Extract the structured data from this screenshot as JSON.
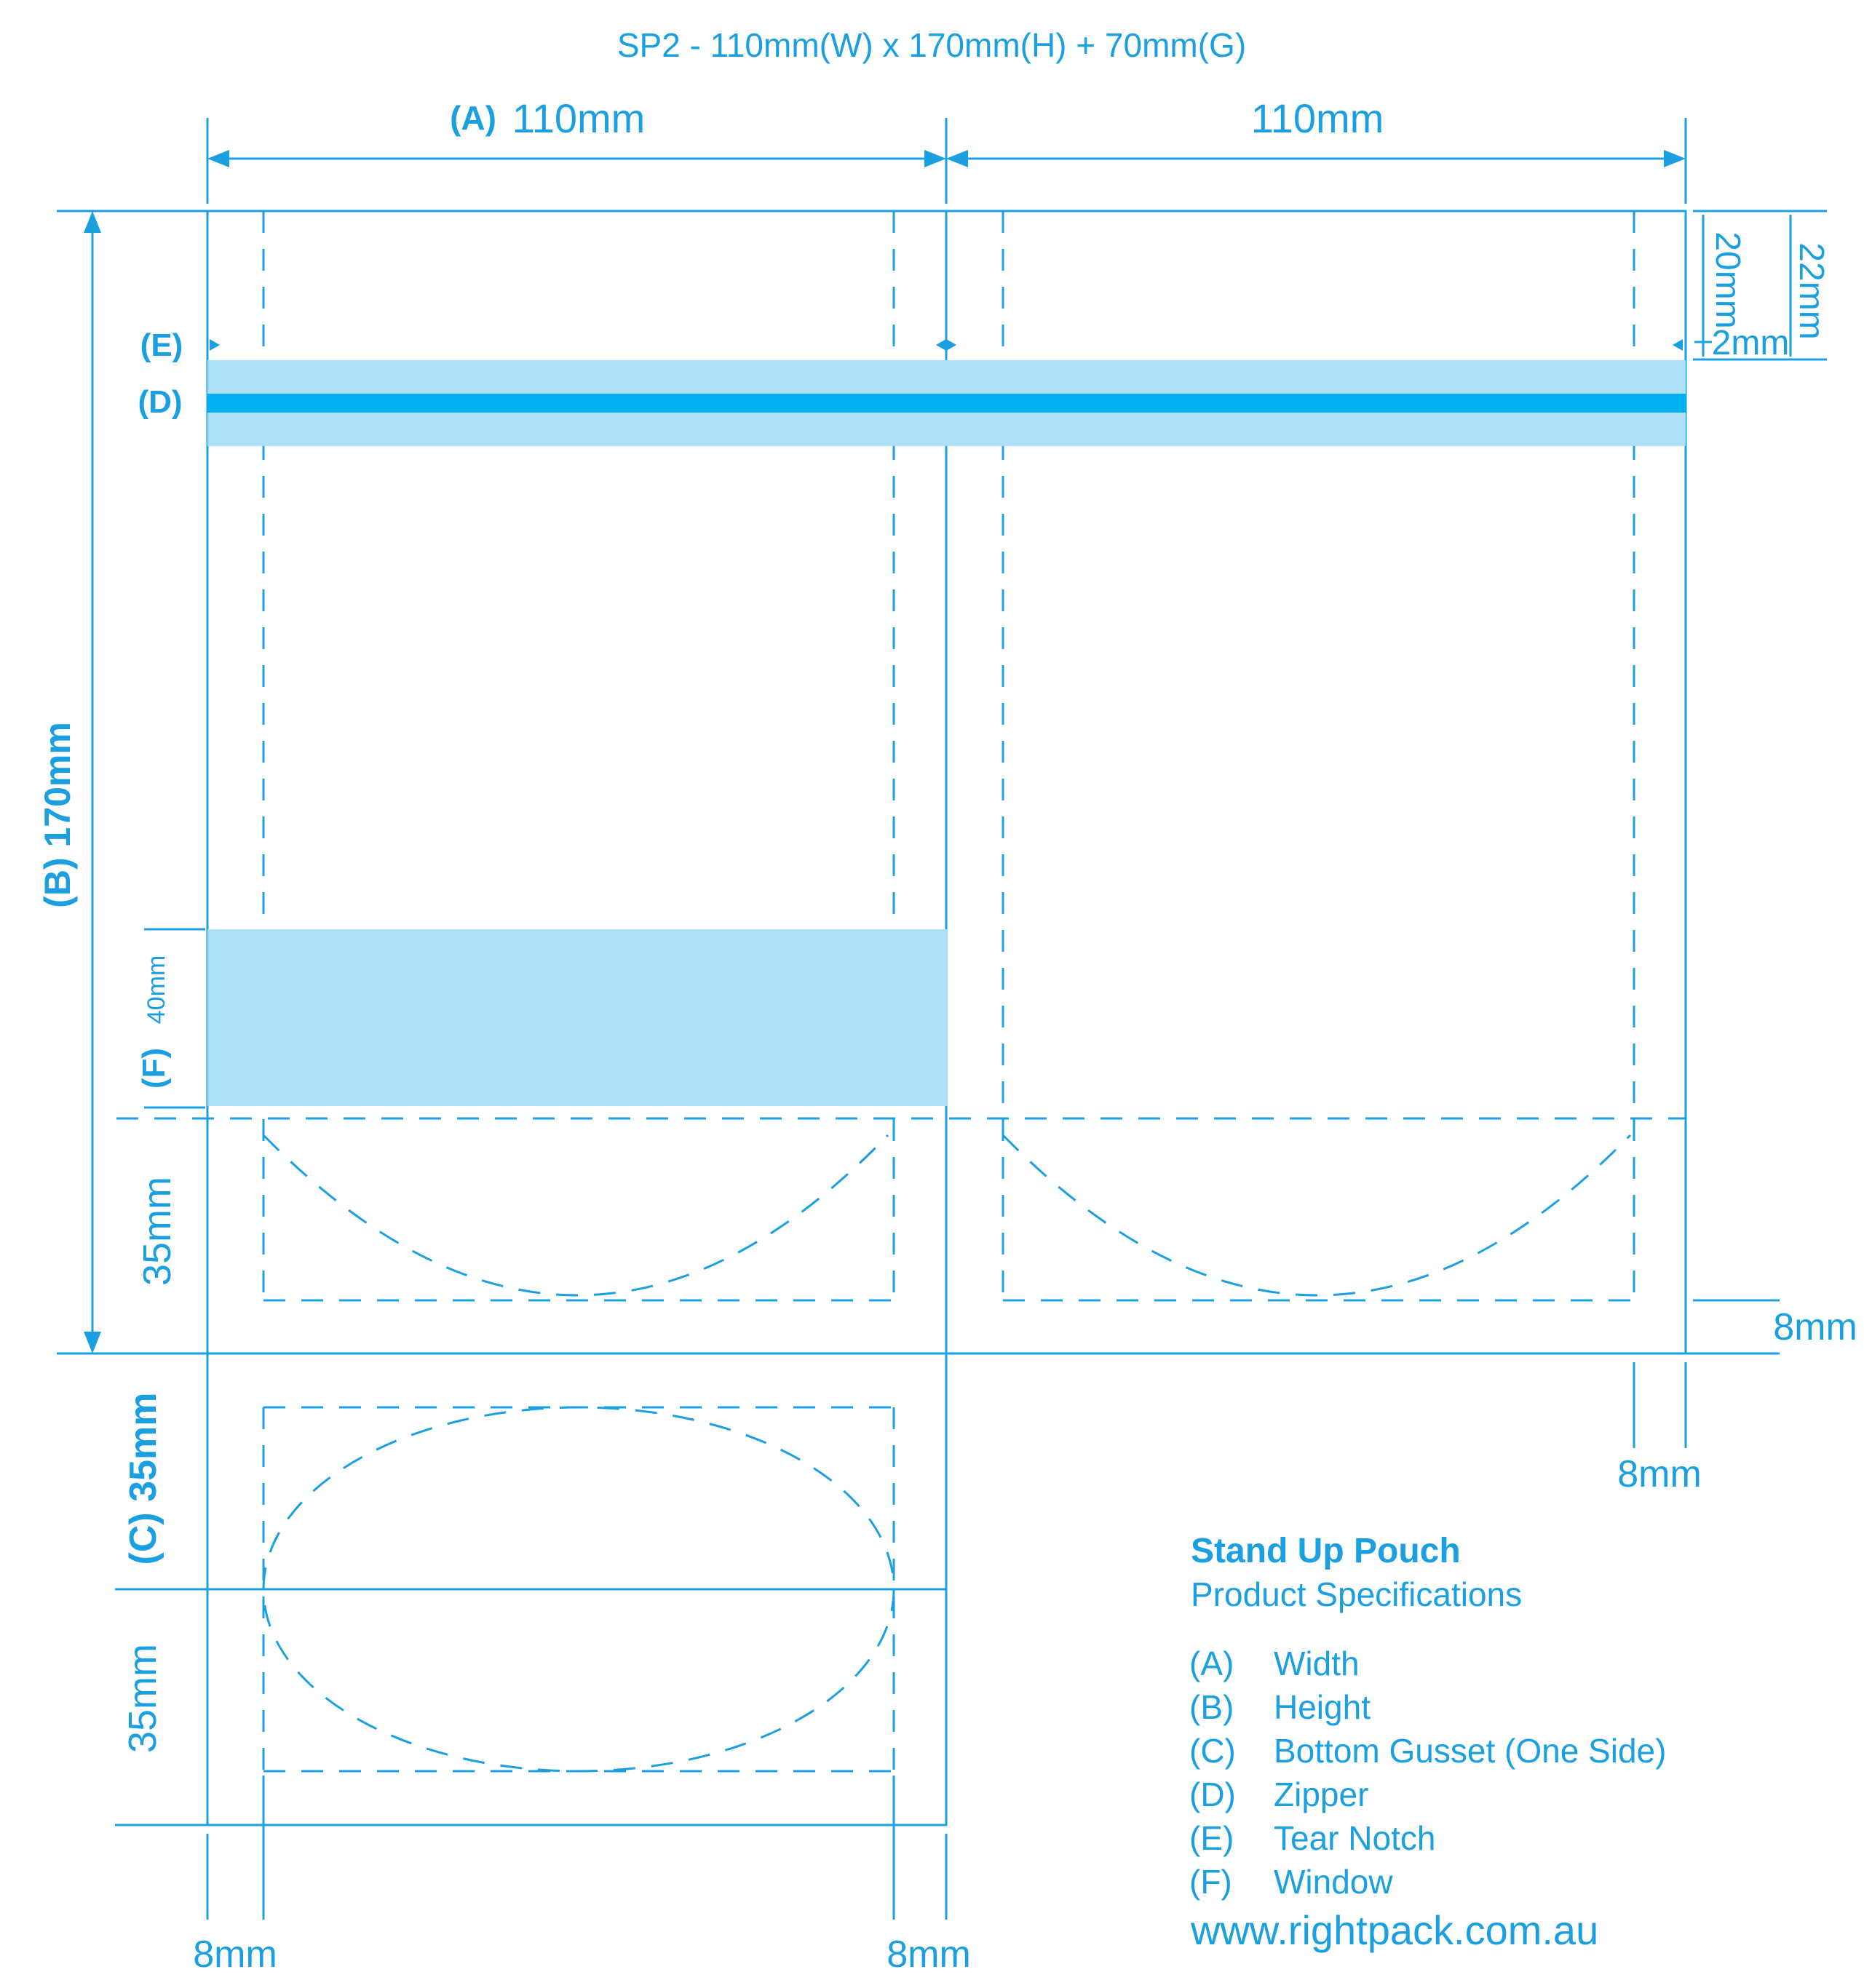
{
  "title": "SP2 - 110mm(W) x 170mm(H) + 70mm(G)",
  "colors": {
    "line": "#1a9fe0",
    "light_fill": "#aee1f9",
    "zipper": "#00b0f0",
    "text": "#1a9fe0"
  },
  "dimensions": {
    "a_letter": "(A)",
    "a_value": "110mm",
    "a2_value": "110mm",
    "b_label": "(B) 170mm",
    "top_20": "20mm",
    "top_22": "22mm",
    "top_2": "2mm",
    "e_letter": "(E)",
    "d_letter": "(D)",
    "f_letter": "(F)",
    "f_value": "40mm",
    "gusset_35_top": "35mm",
    "c_label": "(C) 35mm",
    "gusset_35_bottom": "35mm",
    "right_8_side": "8mm",
    "right_8_bottom": "8mm",
    "bottom_8_left": "8mm",
    "bottom_8_right": "8mm"
  },
  "legend": {
    "heading": "Stand Up Pouch",
    "subheading": "Product Specifications",
    "items": [
      {
        "key": "(A)",
        "label": "Width"
      },
      {
        "key": "(B)",
        "label": "Height"
      },
      {
        "key": "(C)",
        "label": "Bottom Gusset (One Side)"
      },
      {
        "key": "(D)",
        "label": "Zipper"
      },
      {
        "key": "(E)",
        "label": "Tear Notch"
      },
      {
        "key": "(F)",
        "label": "Window"
      }
    ],
    "website": "www.rightpack.com.au"
  }
}
